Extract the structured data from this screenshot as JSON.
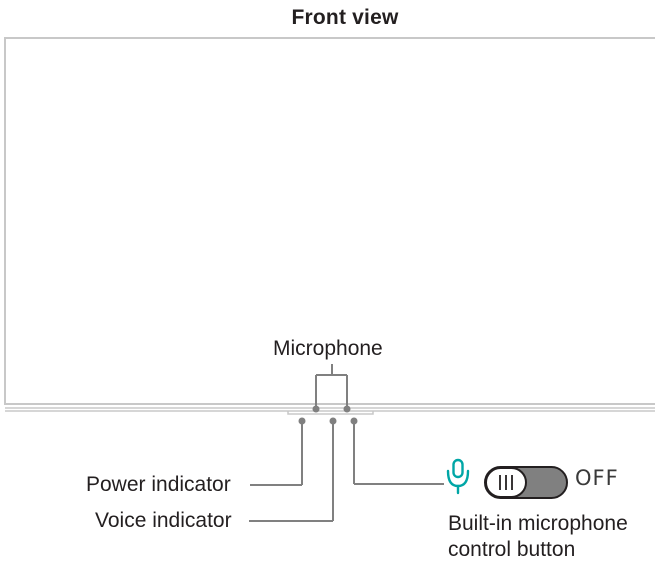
{
  "title": "Front view",
  "labels": {
    "microphone": "Microphone",
    "power_indicator": "Power indicator",
    "voice_indicator": "Voice indicator",
    "mic_button_line1": "Built-in microphone",
    "mic_button_line2": "control button",
    "switch_state": "OFF"
  },
  "icons": {
    "microphone": "microphone-icon",
    "switch": "toggle-switch-icon"
  },
  "colors": {
    "line": "#808080",
    "tv_outline": "#c8c8c8",
    "microphone_icon": "#00a6a6",
    "switch_fill": "#808080",
    "text": "#231f20"
  }
}
